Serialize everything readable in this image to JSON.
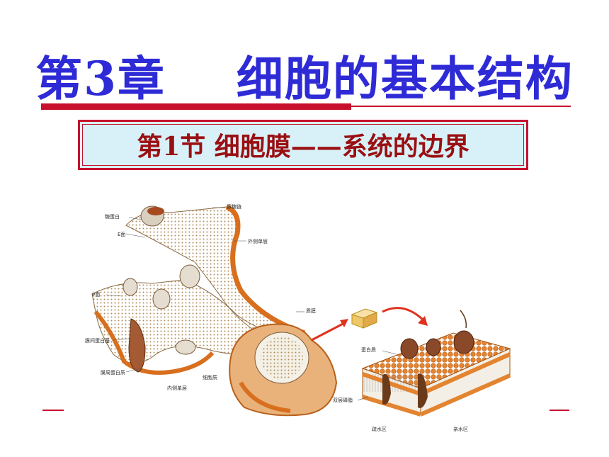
{
  "slide": {
    "title": "第3章    细胞的基本结构",
    "subtitle": "第1节 细胞膜——系统的边界"
  },
  "figure": {
    "left_labels": [
      "糖蛋白",
      "E面",
      "P面",
      "膜间蛋白基",
      "膜周蛋白质",
      "内侧单层"
    ],
    "top_labels": [
      "寡糖链",
      "外侧单层"
    ],
    "center_labels": [
      "质膜",
      "细胞质"
    ],
    "right_labels": [
      "蛋白质",
      "双层磷脂",
      "疏水区",
      "亲水区"
    ]
  },
  "colors": {
    "title": "#2e2bd6",
    "rule": "#c8102e",
    "subtitle_text": "#9a0f12",
    "subtitle_bg": "#d8f1f8",
    "membrane_orange": "#e07a2a"
  }
}
